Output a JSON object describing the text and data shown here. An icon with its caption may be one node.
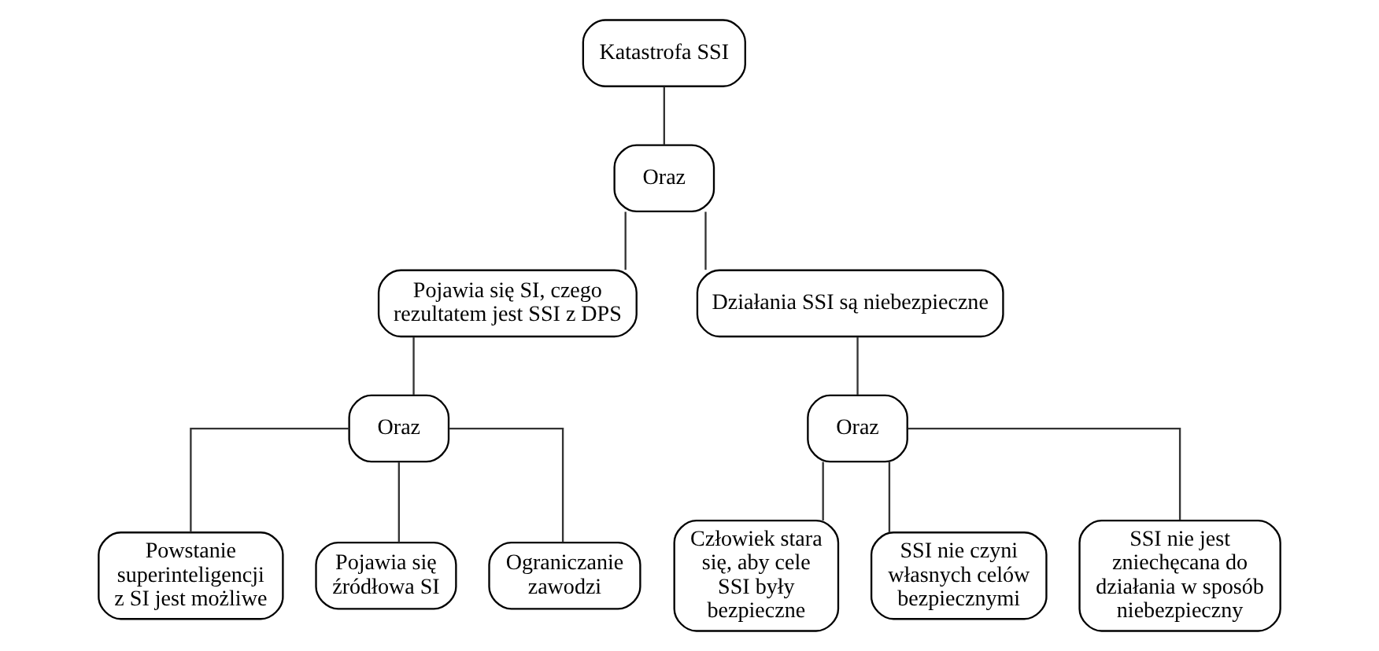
{
  "diagram": {
    "nodes": [
      {
        "text": [
          "Katastrofa SSI"
        ]
      },
      {
        "text": [
          "Oraz"
        ]
      },
      {
        "text": [
          "Pojawia się SI, czego rezultatem jest SSI z DPS"
        ]
      },
      {
        "text": [
          "Działania SSI są niebezpieczne"
        ]
      },
      {
        "text": [
          "Oraz"
        ]
      },
      {
        "text": [
          "Oraz"
        ]
      },
      {
        "text": [
          "Powstanie superinteligencji z SI jest możliwe"
        ]
      },
      {
        "text": [
          "Pojawia się źródłowa SI"
        ]
      },
      {
        "text": [
          "Ograniczanie zawodzi"
        ]
      },
      {
        "text": [
          "Człowiek stara się, aby cele SSI były bezpieczne"
        ]
      },
      {
        "text": [
          "SSI nie czyni własnych celów bezpiecznymi"
        ]
      },
      {
        "text": [
          "SSI nie jest zniechęcana do działania w sposób niebezpieczny"
        ]
      }
    ],
    "edges": [
      {
        "from": 0,
        "to": 1,
        "arrow": "none"
      },
      {
        "from": 1,
        "to": 2,
        "arrow": "none"
      },
      {
        "from": 1,
        "to": 3,
        "arrow": "none"
      },
      {
        "from": 2,
        "to": 4,
        "arrow": "none"
      },
      {
        "from": 3,
        "to": 5,
        "arrow": "none"
      },
      {
        "from": 4,
        "to": 6,
        "arrow": "none"
      },
      {
        "from": 4,
        "to": 7,
        "arrow": "none"
      },
      {
        "from": 4,
        "to": 8,
        "arrow": "none"
      },
      {
        "from": 5,
        "to": 9,
        "arrow": "none"
      },
      {
        "from": 5,
        "to": 10,
        "arrow": "none"
      },
      {
        "from": 5,
        "to": 11,
        "arrow": "none"
      }
    ]
  }
}
